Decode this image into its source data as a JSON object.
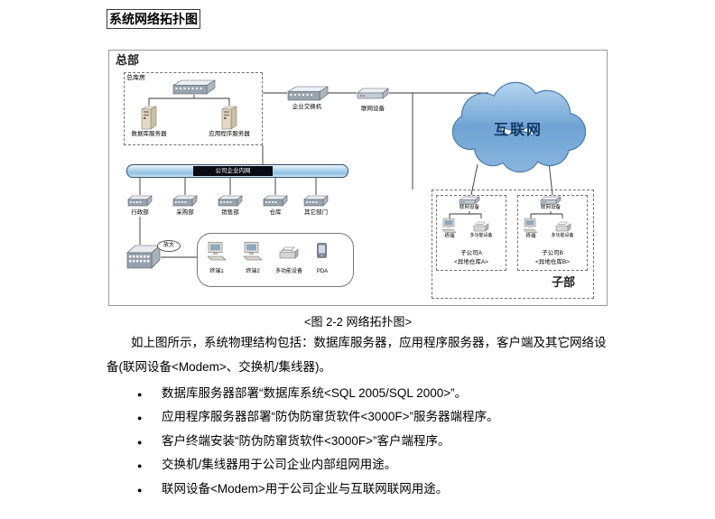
{
  "page": {
    "title": "系统网络拓扑图",
    "caption": "<图 2-2 网络拓扑图>",
    "intro": "如上图所示，系统物理结构包括：数据库服务器，应用程序服务器，客户端及其它网络设备(联网设备<Modem>、交换机/集线器)。",
    "bullet_char": "●",
    "bullets": [
      "数据库服务器部署“数据库系统<SQL 2005/SQL 2000>”。",
      "应用程序服务器部署“防伪防窜货软件<3000F>”服务器端程序。",
      "客户终端安装“防伪防窜货软件<3000F>”客户端程序。",
      "交换机/集线器用于公司企业内部组网用途。",
      "联网设备<Modem>用于公司企业与互联网联网用途。"
    ]
  },
  "diagram": {
    "hq_label": "总部",
    "warehouse_label": "总库房",
    "db_server_label": "数据库服务器",
    "app_server_label": "应用程序服务器",
    "enterprise_switch_label": "企业交换机",
    "net_device_label": "联网设备",
    "internet_label": "互联网",
    "intranet_label": "公司企业内网",
    "departments": [
      "行政部",
      "采购部",
      "销售部",
      "仓库",
      "其它部门"
    ],
    "zoom_label": "放大",
    "terminals": [
      "终端1",
      "终端2",
      "多功能设备",
      "PDA"
    ],
    "branch_section_label": "子部",
    "branch_a": {
      "net_device": "联网设备",
      "terminal": "终端",
      "mfd": "多功能设备",
      "name": "子公司A",
      "sub_name": "<异地仓库A>"
    },
    "branch_b": {
      "net_device": "联网设备",
      "terminal": "终端",
      "mfd": "多功能设备",
      "name": "子公司B",
      "sub_name": "<异地仓库B>"
    }
  }
}
